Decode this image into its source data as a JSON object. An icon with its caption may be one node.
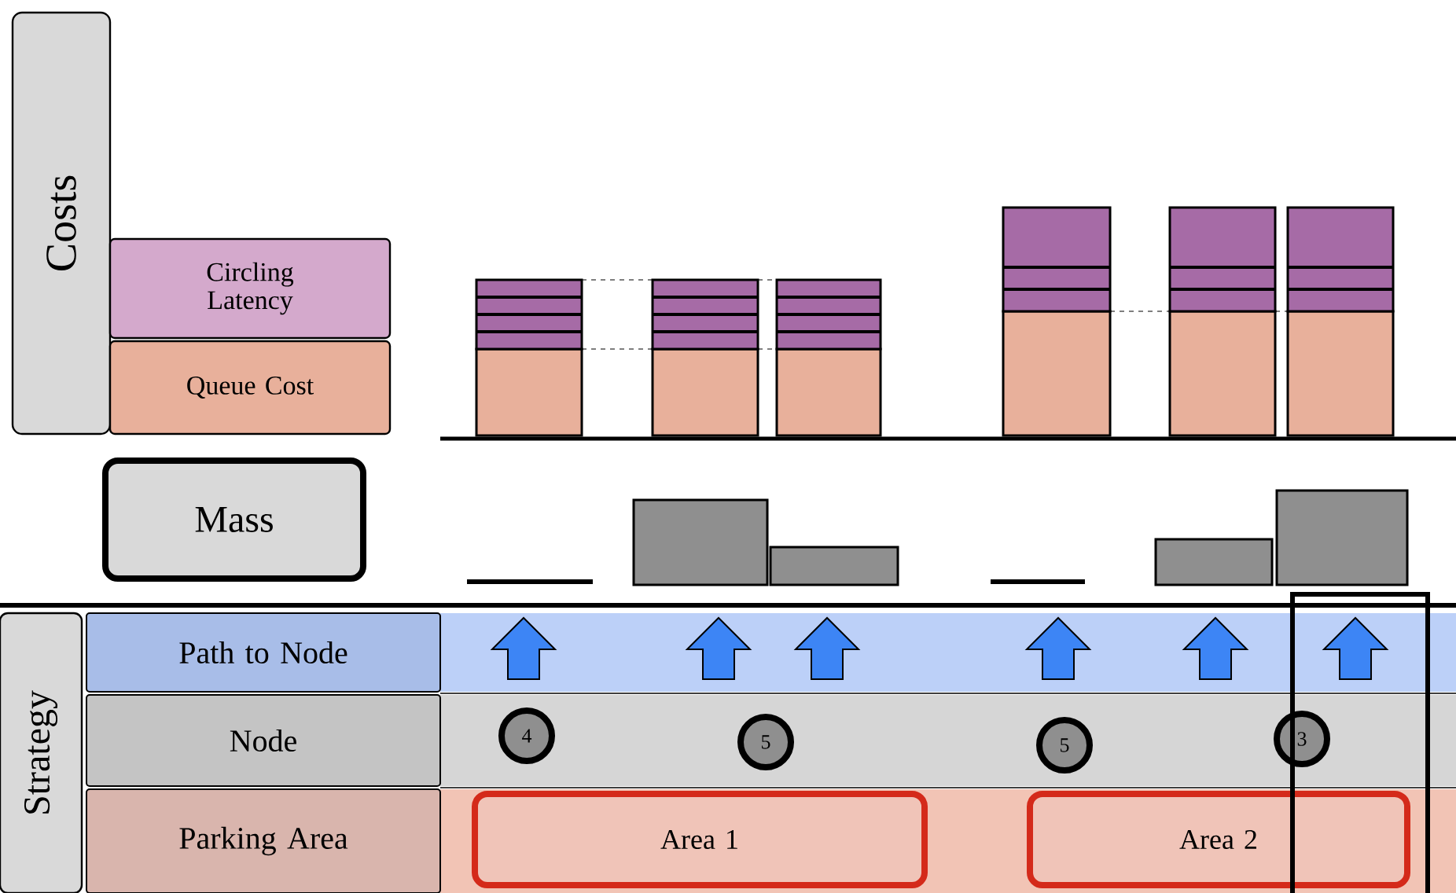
{
  "diagram": {
    "nodes": [
      {
        "text": [
          "Costs"
        ]
      },
      {
        "text": [
          "Circling Latency"
        ]
      },
      {
        "text": [
          "Queue Cost"
        ]
      },
      {
        "text": [
          "Mass"
        ]
      },
      {
        "text": [
          "Strategy"
        ]
      },
      {
        "text": [
          "Path to Node"
        ]
      },
      {
        "text": [
          "Node"
        ]
      },
      {
        "text": [
          "Parking Area"
        ]
      },
      {
        "text": [
          "4"
        ]
      },
      {
        "text": [
          "5"
        ]
      },
      {
        "text": [
          "5"
        ]
      },
      {
        "text": [
          "3"
        ]
      },
      {
        "text": [
          "Area 1"
        ]
      },
      {
        "text": [
          "Area 2"
        ]
      }
    ]
  }
}
